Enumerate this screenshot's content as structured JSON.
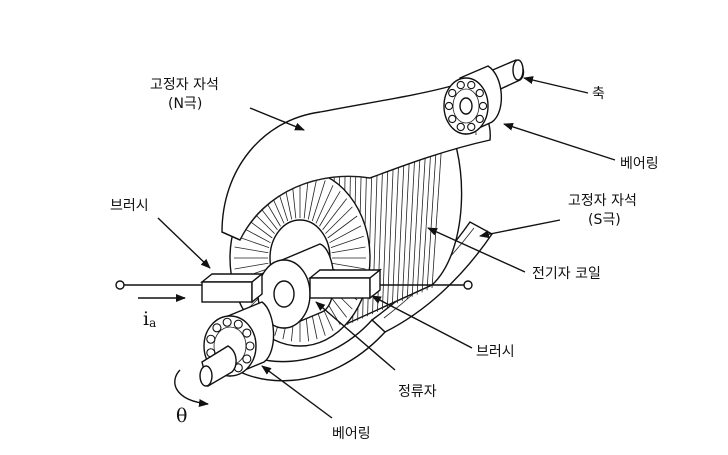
{
  "labels": {
    "stator_n_line1": "고정자 자석",
    "stator_n_line2": "(N극)",
    "shaft": "축",
    "bearing_top": "베어링",
    "stator_s_line1": "고정자 자석",
    "stator_s_line2": "(S극)",
    "brush_left": "브러시",
    "armature_coil": "전기자 코일",
    "current": "i",
    "current_sub": "a",
    "brush_right": "브러시",
    "commutator": "정류자",
    "theta": "θ",
    "bearing_bottom": "베어링"
  },
  "colors": {
    "line": "#111111",
    "background": "#ffffff"
  }
}
